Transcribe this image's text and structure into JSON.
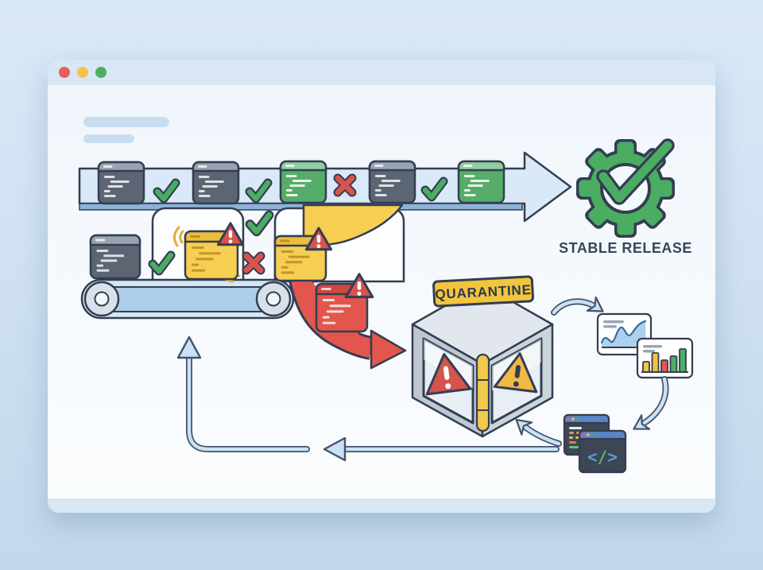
{
  "labels": {
    "stable_release": "STABLE RELEASE",
    "quarantine": "QUARANTINE"
  },
  "code_editor": {
    "open": "<",
    "slash": "/",
    "close": ">"
  },
  "pipeline": {
    "top_row": [
      {
        "kind": "package",
        "color": "gray"
      },
      {
        "kind": "check"
      },
      {
        "kind": "package",
        "color": "gray"
      },
      {
        "kind": "check"
      },
      {
        "kind": "package",
        "color": "green"
      },
      {
        "kind": "cross"
      },
      {
        "kind": "package",
        "color": "gray"
      },
      {
        "kind": "check"
      },
      {
        "kind": "package",
        "color": "green"
      }
    ],
    "bottom_row": [
      {
        "kind": "package",
        "color": "gray"
      },
      {
        "kind": "check"
      },
      {
        "kind": "package",
        "color": "yellow",
        "warning": true,
        "shaking": true
      },
      {
        "kind": "cross"
      },
      {
        "kind": "package",
        "color": "yellow",
        "warning": true
      }
    ],
    "quarantined_package": {
      "kind": "package",
      "color": "red",
      "warning": true
    }
  },
  "mini_bar_chart": {
    "bars": [
      {
        "color": "bar_yellow",
        "h": 13
      },
      {
        "color": "bar_yellow",
        "h": 24
      },
      {
        "color": "bar_red",
        "h": 15
      },
      {
        "color": "bar_green",
        "h": 20
      },
      {
        "color": "bar_green",
        "h": 29
      }
    ]
  },
  "code_lines": [
    [
      {
        "c": "#eeeeee",
        "w": 16
      }
    ],
    [
      {
        "c": "#e2954f",
        "w": 6
      },
      {
        "c": "#e2954f",
        "w": 7
      }
    ],
    [
      {
        "c": "#e8c14d",
        "w": 5
      },
      {
        "c": "#e8c14d",
        "w": 8
      }
    ],
    [
      {
        "c": "#d9766f",
        "w": 9
      }
    ],
    [
      {
        "c": "#6fbf73",
        "w": 14
      }
    ]
  ],
  "colors": {
    "outline": "#333e52",
    "bg_top": "#dbe9f7",
    "bg_bottom": "#c2d8ec",
    "window_bg": "#f3f8fd",
    "window_chrome": "#d9e7f5",
    "dot_red": "#e75f5b",
    "dot_yellow": "#f2c44c",
    "dot_green": "#4cb05f",
    "skeleton": "#c9ddf1",
    "pipeline_fill": "#d9e9f8",
    "pipeline_edge": "#8cb3d9",
    "ramp_fill": "#fbfdff",
    "belt_fill": "#d5e6f5",
    "belt_inner": "#aecde9",
    "roller_fill": "#d8e0ea",
    "roller_hub": "#f4f7fa",
    "check_green": "#4bad62",
    "cross_red": "#d6534e",
    "pkg_gray": "#5c6573",
    "pkg_gray_header": "#9aa4b0",
    "pkg_green": "#55ad69",
    "pkg_green_header": "#8ed09c",
    "pkg_yellow": "#f6ce51",
    "pkg_yellow_header": "#edbd3c",
    "pkg_red": "#e2564e",
    "pkg_red_header": "#d14740",
    "warn_red": "#d6534e",
    "warn_yellow": "#f0b844",
    "band_yellow": "#f6ce51",
    "arrow_red": "#e2564e",
    "arrow_blue_fill": "#cbe1f4",
    "arrow_blue_stroke": "#43536b",
    "vibration": "#e2ae35",
    "cube_top": "#e2e7ed",
    "cube_left": "#bfc8d2",
    "cube_right": "#cbd3db",
    "cube_glass": "#e9eef5",
    "hinge_yellow": "#f2c94c",
    "label_bg": "#f2c53d",
    "text_dark": "#39455c",
    "gear_green": "#4bad62",
    "chart_card": "#ffffff",
    "chart_line": "#3e6a9e",
    "chart_area": "#aed0f0",
    "chart_title": "#9aa6b4",
    "bar_yellow": "#f2c443",
    "bar_red": "#df5a52",
    "bar_green": "#4fae63",
    "codewin_bg": "#3d4654",
    "codewin_bar": "#5c85c8",
    "code_blue": "#5b9bd5",
    "code_green": "#5cb270"
  }
}
